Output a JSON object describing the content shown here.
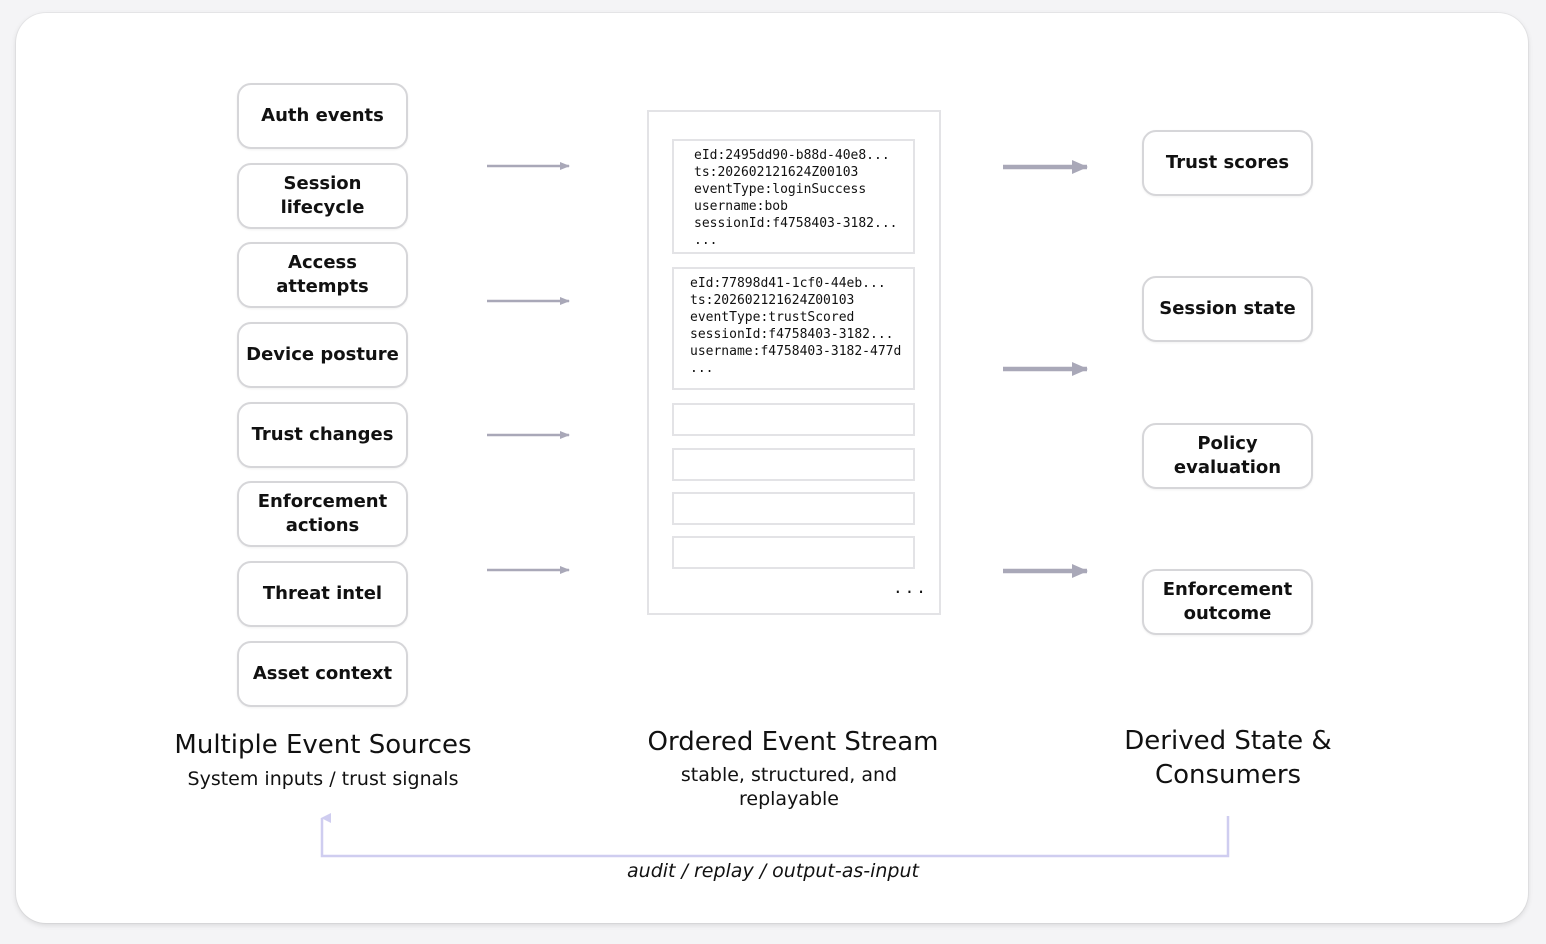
{
  "sources": [
    {
      "label": "Auth events"
    },
    {
      "label": "Session lifecycle"
    },
    {
      "label": "Access attempts"
    },
    {
      "label": "Device posture"
    },
    {
      "label": "Trust changes"
    },
    {
      "label": "Enforcement actions"
    },
    {
      "label": "Threat intel"
    },
    {
      "label": "Asset context"
    }
  ],
  "stream": {
    "events": [
      {
        "lines": [
          "eId:2495dd90-b88d-40e8...",
          "ts:20260212​1624Z00103",
          "eventType:loginSuccess",
          "username:bob",
          "sessionId:f4758403-3182...",
          "..."
        ]
      },
      {
        "lines": [
          "eId:77898d41-1cf0-44eb...",
          "ts:20260212​1624Z00103",
          "eventType:trustScored",
          "sessionId:f4758403-3182...",
          "username:f4758403-3182-477d",
          "..."
        ]
      }
    ],
    "ellipsis": "..."
  },
  "consumers": [
    {
      "label": "Trust scores"
    },
    {
      "label": "Session state"
    },
    {
      "label": "Policy evaluation"
    },
    {
      "label": "Enforcement outcome"
    }
  ],
  "columns": {
    "sources_title": "Multiple Event Sources",
    "sources_subtitle": "System inputs / trust signals",
    "stream_title": "Ordered Event Stream",
    "stream_subtitle": "stable, structured, and replayable",
    "consumers_title": "Derived State & Consumers"
  },
  "feedback_label": "audit / replay / output-as-input",
  "colors": {
    "arrow": "#a9a8b8",
    "feedback": "#cfcdf0",
    "box_border": "#d6d6d9"
  }
}
